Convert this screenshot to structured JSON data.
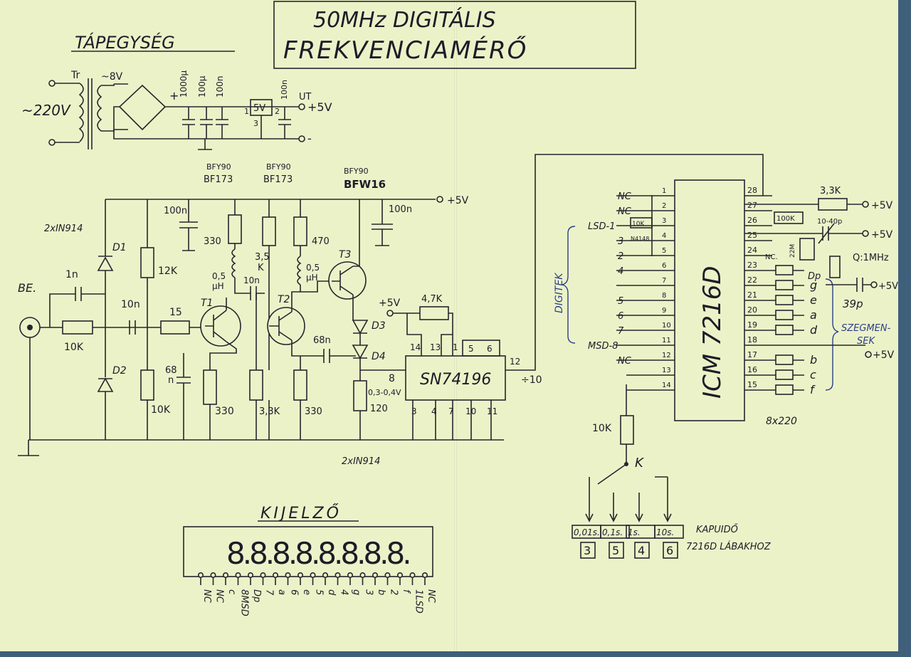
{
  "title": {
    "line1": "50MHz DIGITÁLIS",
    "line2": "FREKVENCIAMÉRŐ"
  },
  "psu": {
    "heading": "TÁPEGYSÉG",
    "tr": "Tr",
    "mains": "~220V",
    "sec": "~8V",
    "c1": "1000µ",
    "c2": "100µ",
    "c3": "100n",
    "reg": "5V",
    "pin1": "1",
    "pin2": "2",
    "pin3": "3",
    "c4": "100n",
    "out": "+5V",
    "ut": "UT",
    "minus": "-"
  },
  "amp": {
    "bfy1": "BFY90",
    "bf1": "BF173",
    "bfy2": "BFY90",
    "bf2": "BF173",
    "bfy3": "BFY90",
    "bfw": "BFW16",
    "vcc": "+5V",
    "c_top": "100n",
    "c_top2": "100n",
    "diodes": "2xIN914",
    "diodes_bottom": "2xIN914",
    "in": "BE.",
    "c_in": "1n",
    "r_in": "10K",
    "c_couple": "10n",
    "r12k": "12K",
    "r15": "15",
    "r10k": "10K",
    "d1": "D1",
    "d2": "D2",
    "d3": "D3",
    "d4": "D4",
    "t1": "T1",
    "t2": "T2",
    "t3": "T3",
    "r330a": "330",
    "l1": "0,5",
    "l1u": "µH",
    "c10n": "10n",
    "r35": "3,5",
    "r35k": "K",
    "r470": "470",
    "l2": "0,5",
    "l2u": "µH",
    "c68": "68",
    "c68n": "n",
    "r330b": "330",
    "r33k": "3,3K",
    "r330c": "330",
    "c68n2": "68n",
    "r120": "120",
    "vdrop": "0,3-0,4V",
    "r47k": "4,7K",
    "vcc2": "+5V",
    "ic": "SN74196",
    "div": "÷10",
    "p14": "14",
    "p13": "13",
    "p1": "1",
    "p5": "5",
    "p6": "6",
    "p8": "8",
    "p12": "12",
    "p3": "3",
    "p4": "4",
    "p7": "7",
    "p10": "10",
    "p11": "11"
  },
  "counter": {
    "ic": "ICM 7216D",
    "digitek": "DIGITEK",
    "szegmensek1": "SZEGMEN-",
    "szegmensek2": "SEK",
    "left_labels": [
      "NC",
      "NC",
      "LSD-1",
      "3",
      "2",
      "4",
      "",
      "5",
      "6",
      "7",
      "MSD-8",
      "NC",
      "",
      ""
    ],
    "left_pins": [
      "1",
      "2",
      "3",
      "4",
      "5",
      "6",
      "7",
      "8",
      "9",
      "10",
      "11",
      "12",
      "13",
      "14"
    ],
    "right_pins": [
      "28",
      "27",
      "26",
      "25",
      "24",
      "23",
      "22",
      "21",
      "20",
      "19",
      "18",
      "17",
      "16",
      "15"
    ],
    "r10k_small": "10K",
    "n4148": "N4148",
    "r33k": "3,3K",
    "r100k": "100K",
    "cap": "10-40p",
    "r22m": "22M",
    "nc24": "NC.",
    "xtal": "Q:1MHz",
    "dp": "Dp",
    "c39": "39p",
    "seg_labels": [
      "g",
      "e",
      "a",
      "d",
      "b",
      "c",
      "f"
    ],
    "plus5": "+5V",
    "res8": "8x220",
    "r10k_gate": "10K",
    "switch": "K",
    "gates": [
      "0,01s.",
      "0,1s.",
      "1s.",
      "10s."
    ],
    "gate_label": "KAPUIDŐ",
    "pins_row": [
      "3",
      "5",
      "4",
      "6"
    ],
    "pins_label": "7216D LÁBAKHOZ"
  },
  "display": {
    "heading": "KIJELZŐ",
    "digits": "8.8.8.8.8.8.8.8.",
    "pins": [
      "NC",
      "NC",
      "c",
      "8MSD",
      "Dp",
      "7",
      "a",
      "6",
      "e",
      "5",
      "d",
      "4",
      "g",
      "3",
      "b",
      "2",
      "f",
      "1LSD",
      "NC"
    ]
  }
}
